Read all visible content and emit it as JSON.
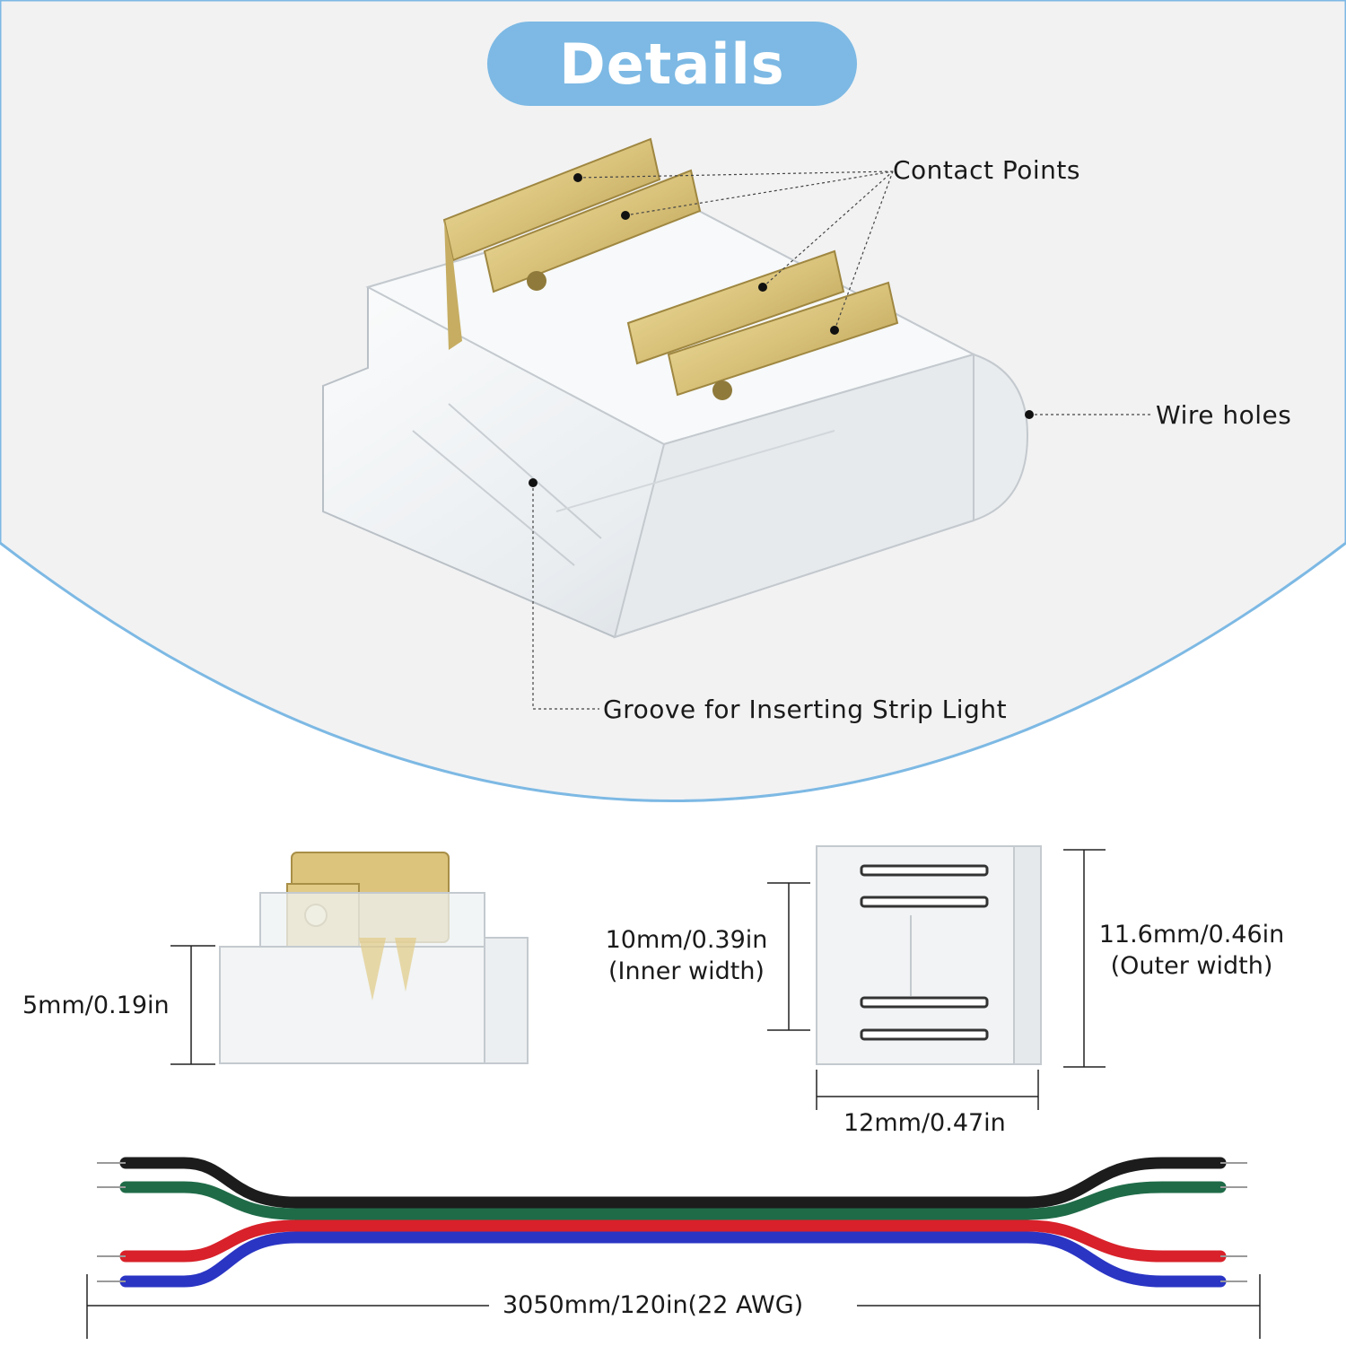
{
  "header": {
    "title": "Details"
  },
  "callouts": {
    "contact_points": "Contact Points",
    "wire_holes": "Wire holes",
    "groove": "Groove for Inserting Strip Light"
  },
  "dimensions": {
    "height": "5mm/0.19in",
    "inner_width": "10mm/0.39in",
    "inner_width_note": "(Inner width)",
    "outer_width": "11.6mm/0.46in",
    "outer_width_note": "(Outer width)",
    "length": "12mm/0.47in",
    "cable": "3050mm/120in(22 AWG)"
  },
  "colors": {
    "accent": "#7db9e4",
    "panel": "#f2f2f3",
    "gold": "#d9c27a",
    "wire_black": "#1c1c1c",
    "wire_green": "#1f6b48",
    "wire_red": "#d8212a",
    "wire_blue": "#2a35c4"
  }
}
